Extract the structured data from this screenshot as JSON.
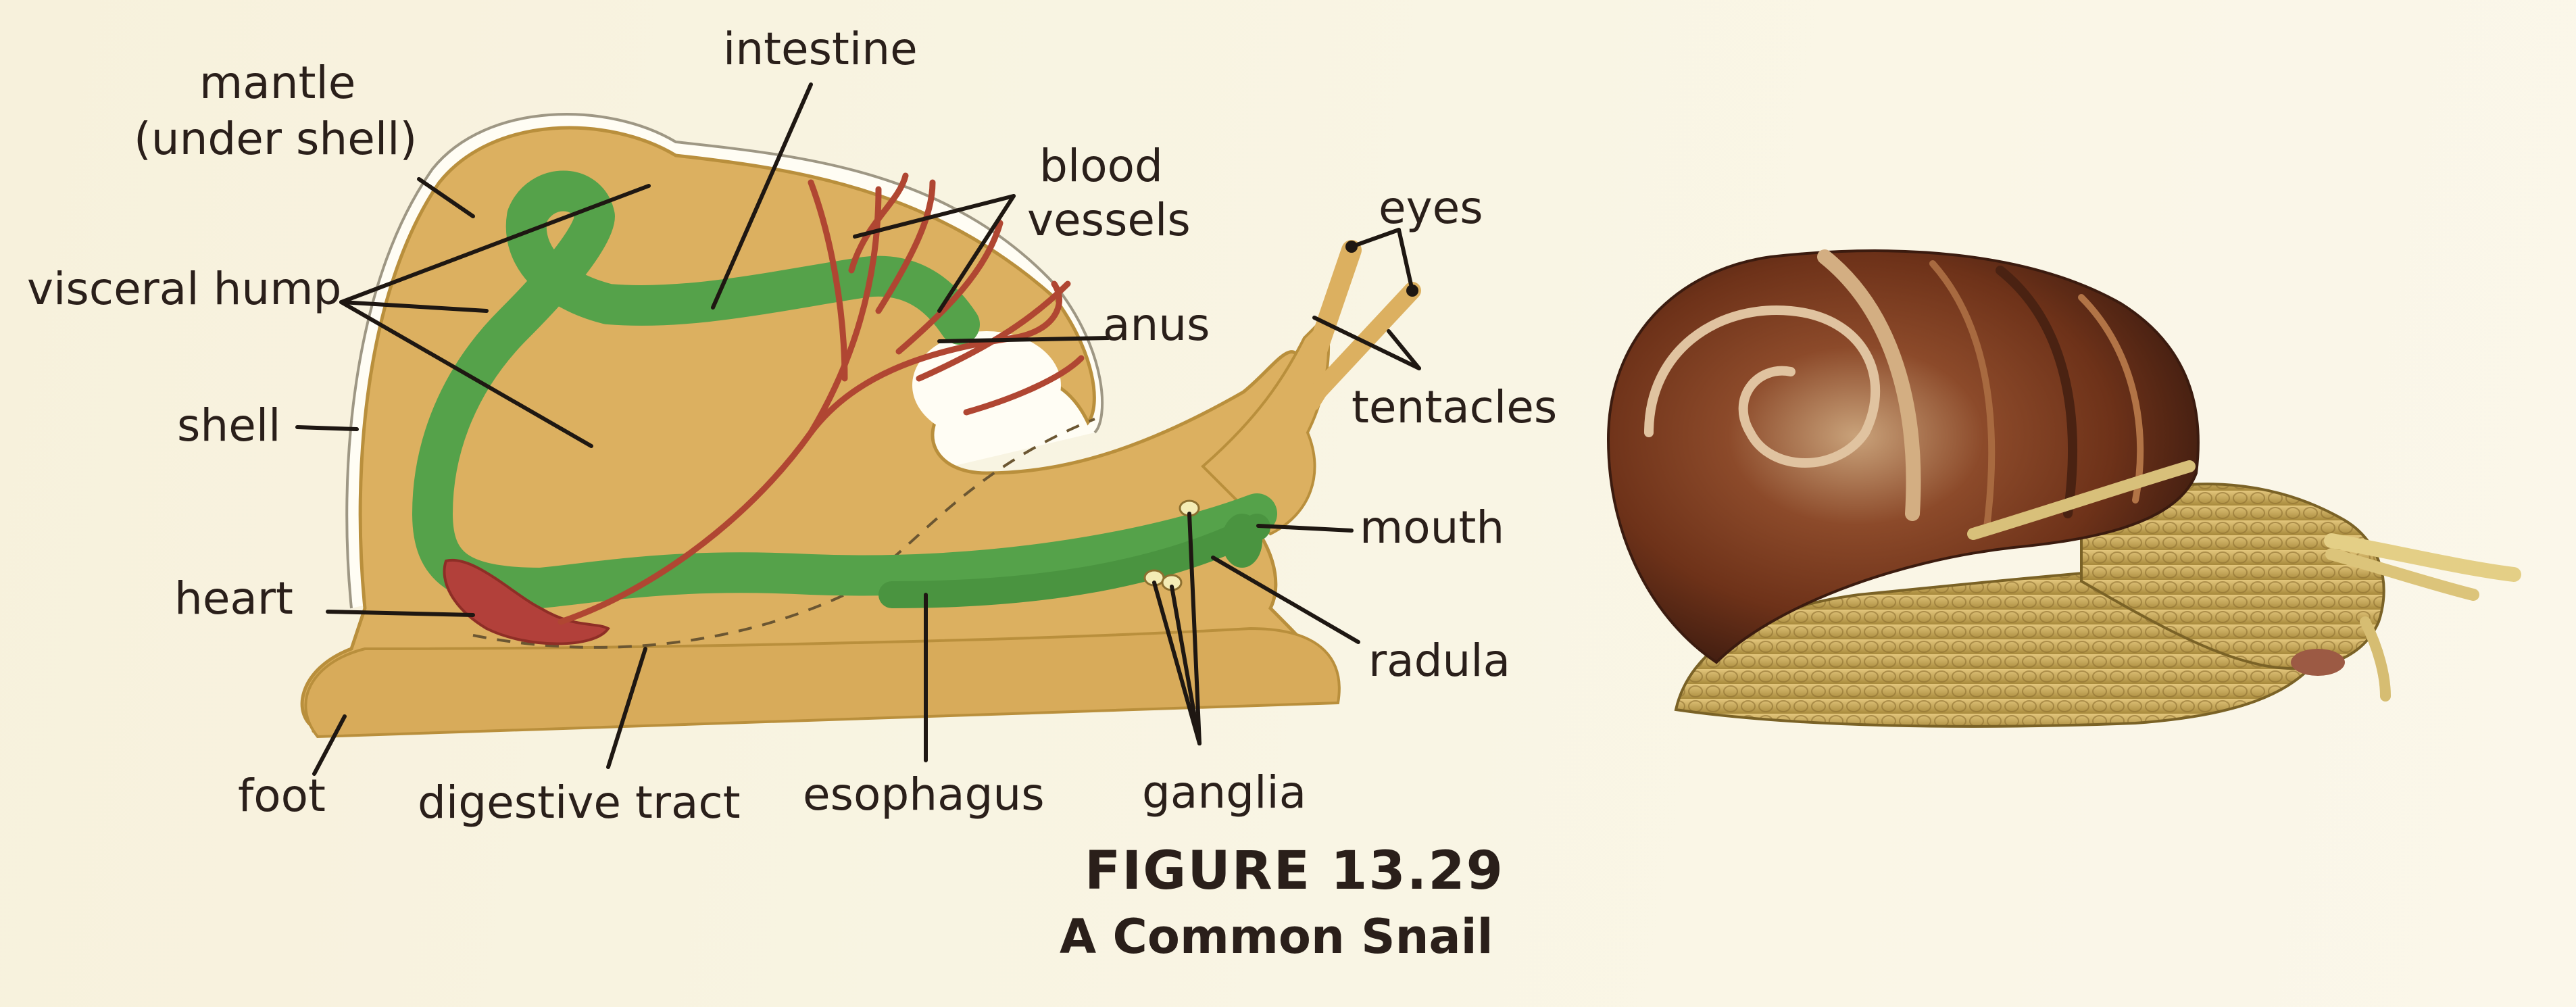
{
  "labels": {
    "intestine": "intestine",
    "mantle_line1": "mantle",
    "mantle_line2": "(under shell)",
    "blood_line1": "blood",
    "blood_line2": "vessels",
    "eyes": "eyes",
    "visceral_hump": "visceral hump",
    "anus": "anus",
    "tentacles": "tentacles",
    "shell": "shell",
    "mouth": "mouth",
    "heart": "heart",
    "radula": "radula",
    "foot": "foot",
    "digestive_tract": "digestive tract",
    "esophagus": "esophagus",
    "ganglia": "ganglia"
  },
  "figure": {
    "number": "FIGURE 13.29",
    "caption": "A Common Snail"
  },
  "colors": {
    "body": "#dcb060",
    "body_outline": "#b98f3c",
    "digestive": "#55a24a",
    "blood": "#b04632",
    "heart": "#b2403a",
    "shell_photo": "#7a3c22",
    "snail_skin": "#c8a858",
    "leader": "#1e1712"
  }
}
